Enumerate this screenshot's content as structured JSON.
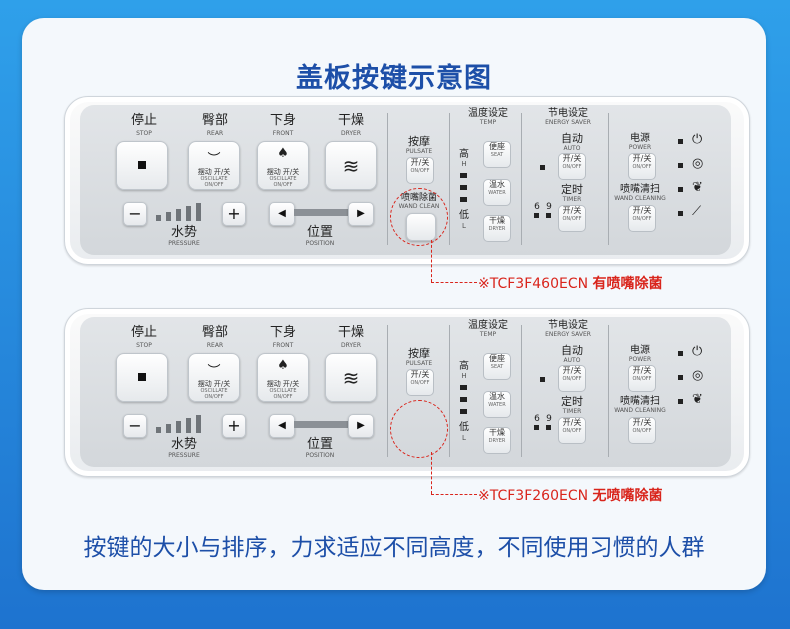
{
  "page": {
    "title": "盖板按键示意图",
    "footer": "按键的大小与排序，力求适应不同高度，不同使用习惯的人群"
  },
  "panel": {
    "stop": {
      "label": "停止",
      "sub": "STOP"
    },
    "rear": {
      "label": "臀部",
      "sub": "REAR",
      "btn_text": "摆动 开/关",
      "btn_sub": "OSCILLATE ON/OFF"
    },
    "front": {
      "label": "下身",
      "sub": "FRONT",
      "btn_text": "摆动 开/关",
      "btn_sub": "OSCILLATE ON/OFF"
    },
    "dryer": {
      "label": "干燥",
      "sub": "DRYER"
    },
    "pressure": {
      "label": "水势",
      "sub": "PRESSURE",
      "minus": "−",
      "plus": "+"
    },
    "position": {
      "label": "位置",
      "sub": "POSITION",
      "left": "◀",
      "right": "▶"
    },
    "pulsate": {
      "label": "按摩",
      "sub": "PULSATE",
      "btn_text": "开/关",
      "btn_sub": "ON/OFF"
    },
    "wand_clean": {
      "label": "喷嘴除菌",
      "sub": "WAND CLEAN"
    },
    "temp": {
      "label": "温度设定",
      "sub": "TEMP",
      "high": "高",
      "high_sub": "H",
      "low": "低",
      "low_sub": "L",
      "seat": "便座",
      "seat_sub": "SEAT",
      "water": "温水",
      "water_sub": "WATER",
      "dryer": "干燥",
      "dryer_sub": "DRYER"
    },
    "energy": {
      "label": "节电设定",
      "sub": "ENERGY SAVER",
      "auto": "自动",
      "auto_sub": "AUTO",
      "timer": "定时",
      "timer_sub": "TIMER",
      "six": "6",
      "nine": "9",
      "onoff": "开/关",
      "onoff_sub": "ON/OFF"
    },
    "power": {
      "label": "电源",
      "sub": "POWER",
      "btn_text": "开/关",
      "btn_sub": "ON/OFF"
    },
    "wand_cleaning": {
      "label": "喷嘴清扫",
      "sub": "WAND CLEANING",
      "btn_text": "开/关",
      "btn_sub": "ON/OFF"
    }
  },
  "notes": [
    {
      "model": "※TCF3F460ECN ",
      "emph": "有喷嘴除菌"
    },
    {
      "model": "※TCF3F260ECN ",
      "emph": "无喷嘴除菌"
    }
  ],
  "colors": {
    "accent": "#1d4fa8",
    "note": "#d9251c",
    "frame": "#2b8fe0"
  }
}
